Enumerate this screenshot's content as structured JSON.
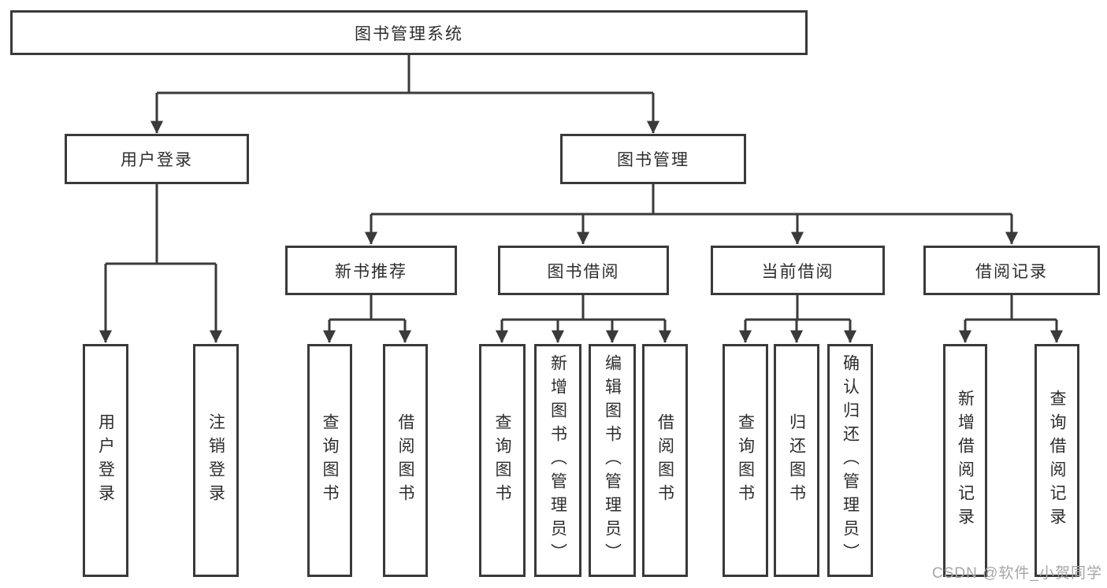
{
  "tree": {
    "root": {
      "label": "图书管理系统"
    },
    "branches": [
      {
        "label": "用户登录",
        "leaves": [
          {
            "label": "用户登录"
          },
          {
            "label": "注销登录"
          }
        ]
      },
      {
        "label": "图书管理",
        "groups": [
          {
            "label": "新书推荐",
            "leaves": [
              {
                "label": "查询图书"
              },
              {
                "label": "借阅图书"
              }
            ]
          },
          {
            "label": "图书借阅",
            "leaves": [
              {
                "label": "查询图书"
              },
              {
                "label": "新增图书（管理员）"
              },
              {
                "label": "编辑图书（管理员）"
              },
              {
                "label": "借阅图书"
              }
            ]
          },
          {
            "label": "当前借阅",
            "leaves": [
              {
                "label": "查询图书"
              },
              {
                "label": "归还图书"
              },
              {
                "label": "确认归还（管理员）"
              }
            ]
          },
          {
            "label": "借阅记录",
            "leaves": [
              {
                "label": "新增借阅记录"
              },
              {
                "label": "查询借阅记录"
              }
            ]
          }
        ]
      }
    ]
  },
  "watermark": {
    "text": "CSDN @软件_小贺同学"
  },
  "colors": {
    "line": "#3a3a3a",
    "text": "#2d2d2d",
    "watermark": "#a6a6a6",
    "background": "#ffffff"
  }
}
